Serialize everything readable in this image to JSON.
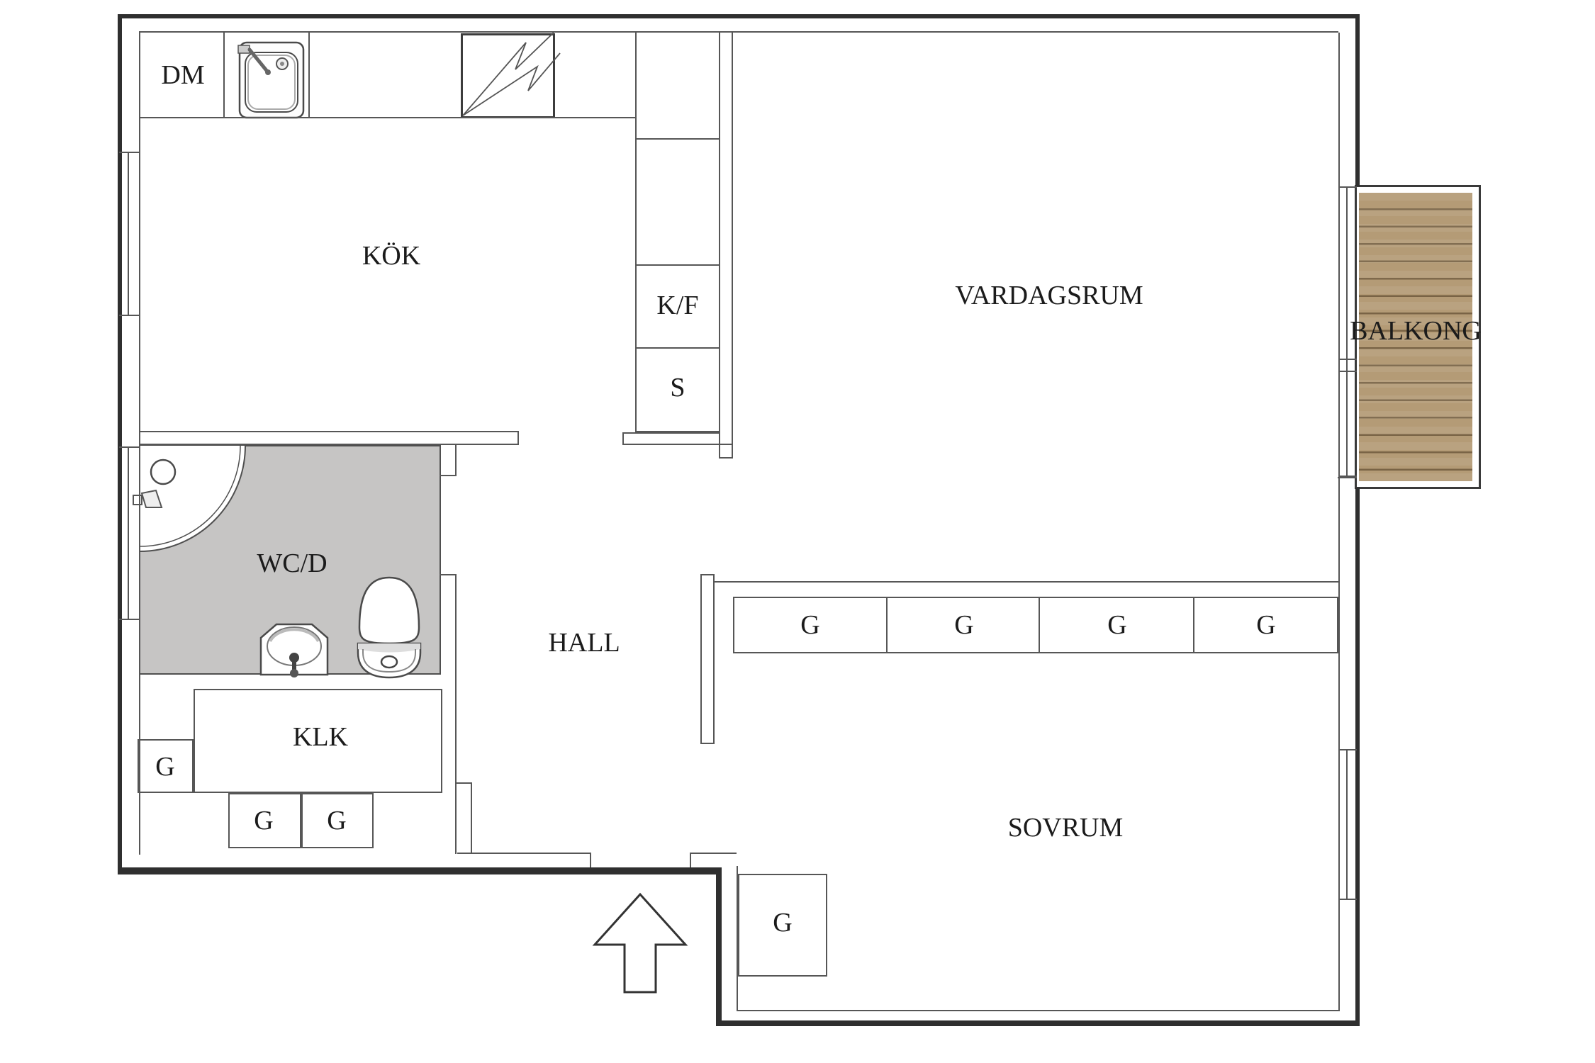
{
  "rooms": {
    "kitchen": {
      "label": "KÖK"
    },
    "living_room": {
      "label": "VARDAGSRUM"
    },
    "balcony": {
      "label": "BALKONG"
    },
    "bathroom": {
      "label": "WC/D"
    },
    "hall": {
      "label": "HALL"
    },
    "closet": {
      "label": "KLK"
    },
    "bedroom": {
      "label": "SOVRUM"
    }
  },
  "appliances": {
    "dishwasher": "DM",
    "fridge_freezer": "K/F",
    "pantry": "S"
  },
  "wardrobes": {
    "hall": "G",
    "klk": [
      "G",
      "G"
    ],
    "bedroom": [
      "G",
      "G",
      "G",
      "G"
    ],
    "entry": "G"
  },
  "icons": [
    "sink-icon",
    "stove-icon",
    "shower-icon",
    "shower-head-icon",
    "washbasin-icon",
    "toilet-icon",
    "entrance-arrow-icon"
  ],
  "colors": {
    "wall_line": "#565656",
    "wall_heavy": "#2f2f2f",
    "bathroom_fill": "#c6c5c4",
    "balcony_wood": "#b49b76",
    "plank_line": "#806b4d",
    "text": "#1b1b1b",
    "background": "#ffffff"
  }
}
